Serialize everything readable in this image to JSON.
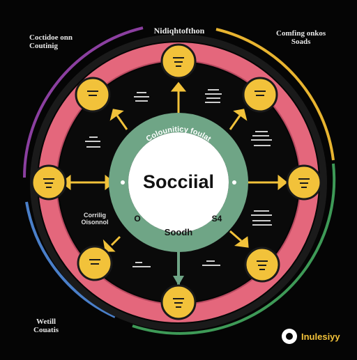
{
  "top_title": "Nidiqhtofthon",
  "center": {
    "title": "Socciial",
    "arc_text": "Colouniticy foulat",
    "bottom_text": "Soodh",
    "left_mark": "O",
    "right_mark": "S4"
  },
  "corners": {
    "top_left": [
      "Coctidoe onn",
      "Coutinig"
    ],
    "top_right": [
      "Comfing onkos",
      "Soads"
    ],
    "bottom_left": [
      "Wetill",
      "Couatis"
    ]
  },
  "brand": "Inulesiyy",
  "mid_left_label": [
    "Corrilig",
    "Oisonnol"
  ],
  "colors": {
    "background": "#050505",
    "pink_ring": "#e4677c",
    "green_hub": "#6fa586",
    "node_yellow": "#f2c23a",
    "arc_purple": "#8b3fa0",
    "arc_yellow": "#e8b430",
    "arc_green": "#3e9a57",
    "arc_blue": "#4a7fc9"
  }
}
